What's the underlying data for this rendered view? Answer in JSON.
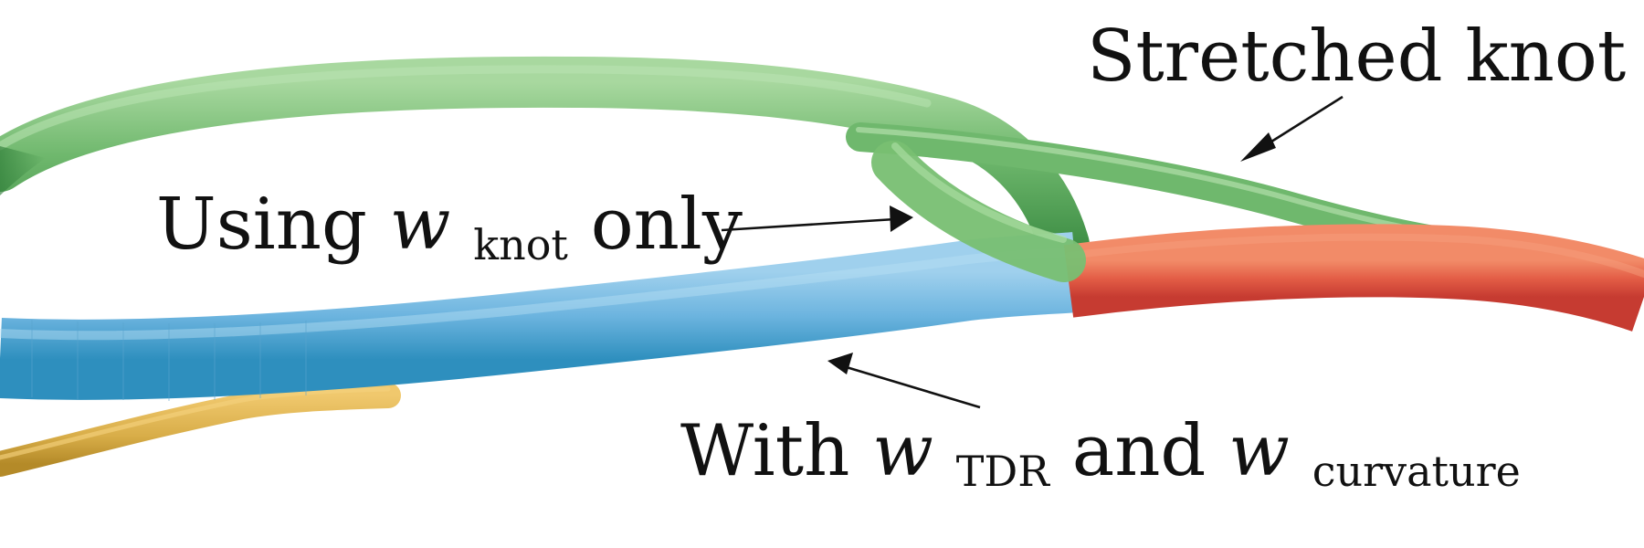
{
  "annotations": {
    "stretched": {
      "text": "Stretched knot"
    },
    "knot_only": {
      "prefix": "Using ",
      "math": "w",
      "subscript": "knot",
      "suffix": " only"
    },
    "tdr_curvature": {
      "prefix": "With ",
      "math_1": "w",
      "subscript_1": "TDR",
      "middle": " and ",
      "math_2": "w",
      "subscript_2": "curvature"
    }
  },
  "tubes": [
    {
      "name": "green-tube",
      "color": "#6fb86d"
    },
    {
      "name": "blue-tube",
      "color": "#6cb4df"
    },
    {
      "name": "red-tube",
      "color": "#e35d46"
    },
    {
      "name": "yellow-tube",
      "color": "#d8ad48"
    }
  ]
}
